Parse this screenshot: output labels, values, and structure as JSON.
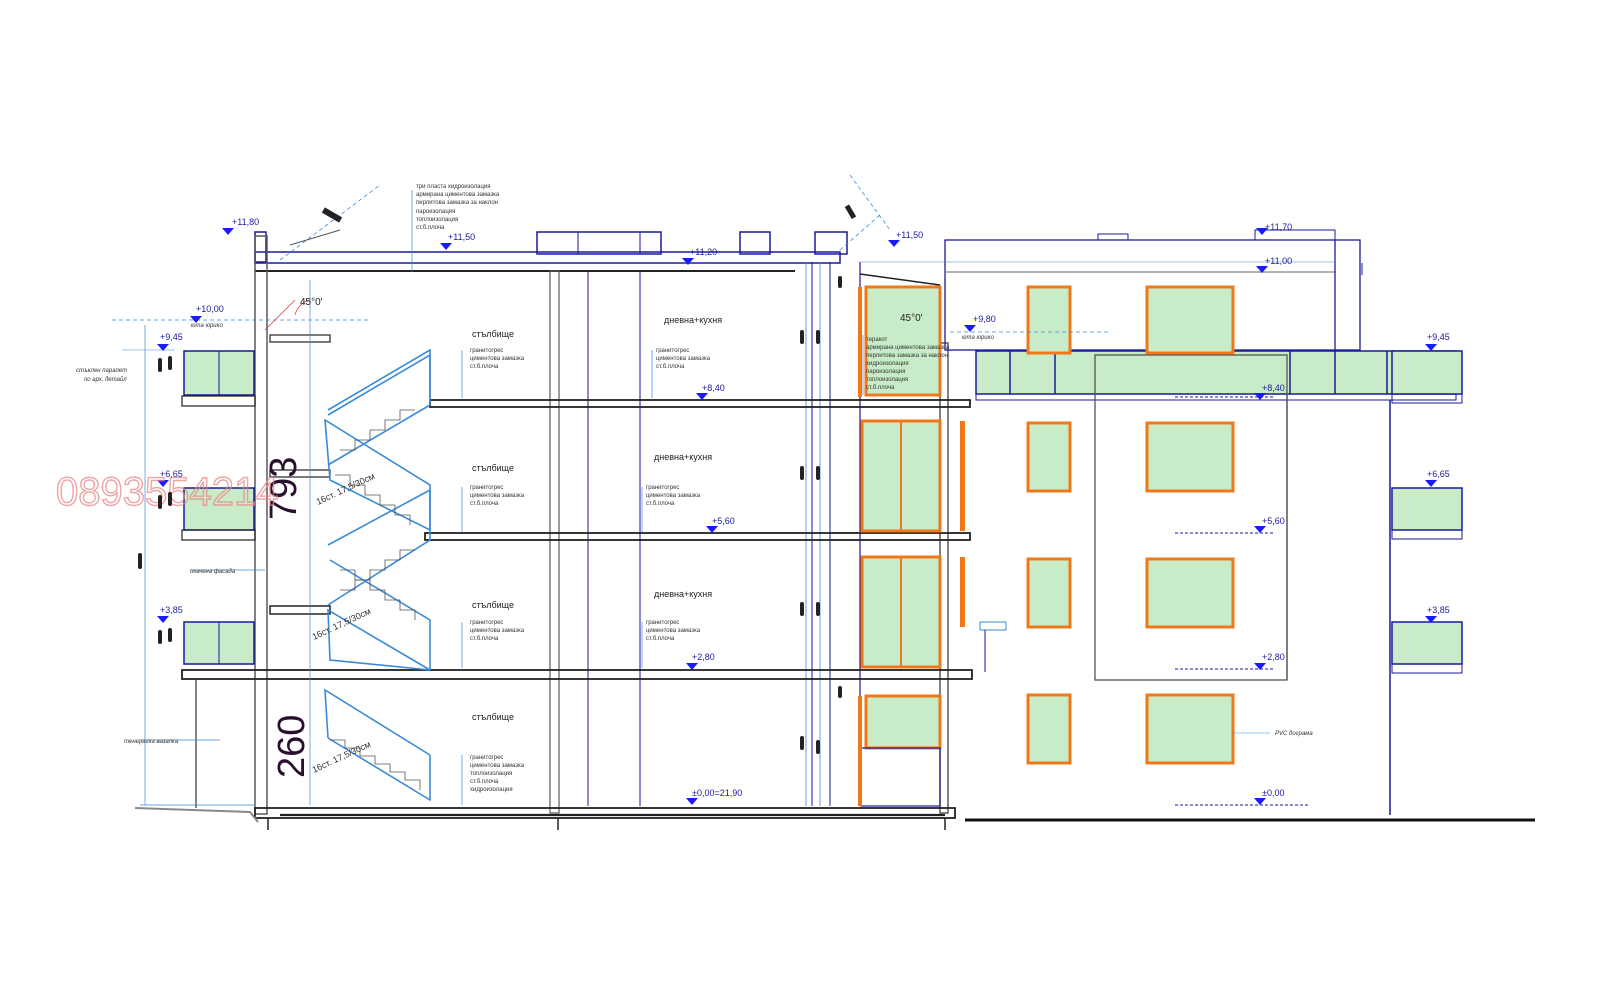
{
  "colors": {
    "outline": "#1a1a9a",
    "slab": "#222222",
    "wall": "#5a5a5a",
    "glass": "#c8ecc8",
    "frame": "#f07818",
    "stair": "#3a8ad8",
    "watermark": "#e88888"
  },
  "levels": {
    "roof_top": "+11,80",
    "roof_parapet": "+11,50",
    "roof_slab": "+11,20",
    "roof_right": "+11,50",
    "elev_roof_top": "+11,70",
    "elev_roof": "+11,00",
    "top_left": "+10,00",
    "top_right": "+9,80",
    "parapet_left": "+9,45",
    "parapet_right": "+9,45",
    "floor_3": "+8,40",
    "elev_floor_3": "+8,40",
    "balcony_2_left": "+6,65",
    "balcony_2_right": "+6,65",
    "floor_2": "+5,60",
    "elev_floor_2": "+5,60",
    "balcony_1_left": "+3,85",
    "balcony_1_right": "+3,85",
    "floor_1": "+2,80",
    "elev_floor_1": "+2,80",
    "ground": "±0,00=21,90",
    "elev_ground": "±0,00"
  },
  "rooms": {
    "stair": "стълбище",
    "living": "дневна+кухня"
  },
  "roof_layers": [
    "три пласта хидроизолация",
    "армирана циментова замазка",
    "перлитова замазка за наклон",
    "пароизолация",
    "топлоизолация",
    "ст.б.плоча"
  ],
  "terrace_layers": [
    "теракот",
    "армирана циментова замазка",
    "перлитова замазка за наклон",
    "хидроизолация",
    "пароизолация",
    "топлоизолация",
    "ст.б.плоча"
  ],
  "floor_layers": [
    "гранитогрес",
    "циментова замазка",
    "ст.б.плоча"
  ],
  "ground_layers": [
    "гранитогрес",
    "циментова замазка",
    "топлоизолация",
    "ст.б.плоча",
    "хидроизолация"
  ],
  "annotations": {
    "roof_edge_left": "юта юрико",
    "roof_edge_right": "юта юрико",
    "glass_parapet_1": "стъклен парапет",
    "glass_parapet_2": "по арх. детайл",
    "facade": "окачена фасада",
    "pavement": "тенерагка вазалка",
    "pvc": "PVC дограма"
  },
  "dimensions": {
    "height_upper": "793",
    "height_lower": "260",
    "angle_left": "45°0'",
    "angle_right": "45°0'",
    "stair_spec": "16ст. 17,5/30см"
  },
  "watermark": "0893554214"
}
